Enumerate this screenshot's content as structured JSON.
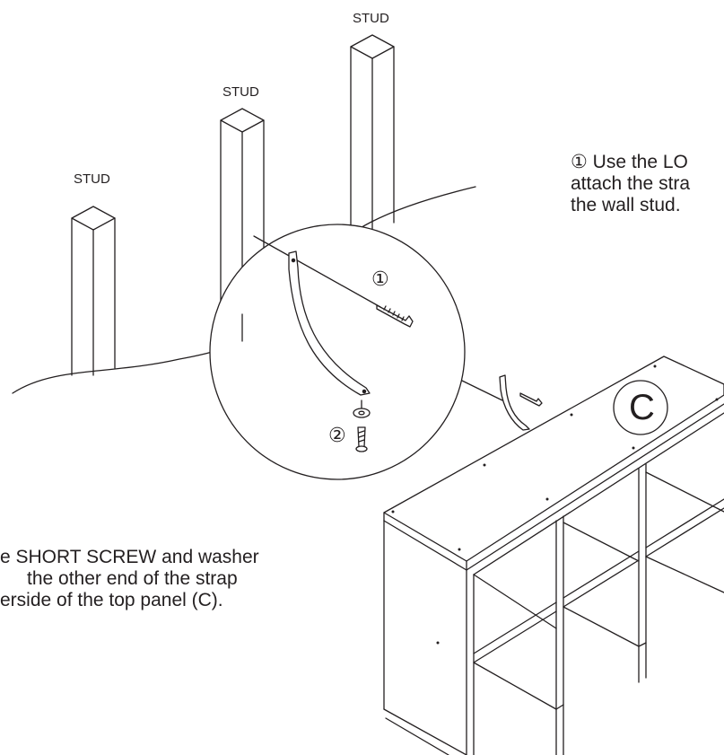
{
  "labels": {
    "stud_left": "STUD",
    "stud_middle": "STUD",
    "stud_right": "STUD",
    "panel": "C",
    "marker_1": "①",
    "marker_2": "②"
  },
  "instructions": {
    "step1": [
      "① Use the LO",
      "attach the stra",
      "the wall stud."
    ],
    "step2": [
      "e SHORT SCREW and washer",
      "the other end of the strap",
      "erside of the top panel (C)."
    ]
  }
}
